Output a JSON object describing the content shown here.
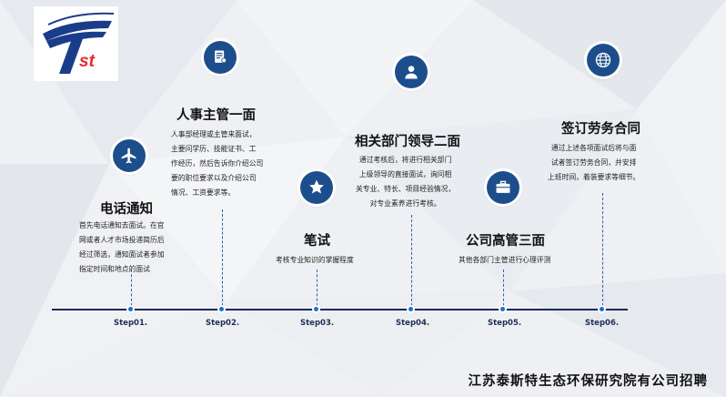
{
  "logo": {
    "text": "st"
  },
  "steps": [
    {
      "label": "Step01.",
      "title": "电话通知",
      "icon": "airplane-icon",
      "lines": [
        "首先电话通知去面试。在官",
        "网或者人才市场投递简历后",
        "经过筛选，通知面试者参加",
        "指定时间和地点的面试"
      ]
    },
    {
      "label": "Step02.",
      "title": "人事主管一面",
      "icon": "certificate-icon",
      "lines": [
        "人事部经理或主管来面试，",
        "主要问学历、技能证书、工",
        "作经历，然后告诉你介绍公司",
        "要的职位要求以及介绍公司",
        "情况、工资要求等。"
      ]
    },
    {
      "label": "Step03.",
      "title": "笔试",
      "icon": "star-icon",
      "lines": [
        "考核专业知识的掌握程度"
      ]
    },
    {
      "label": "Step04.",
      "title": "相关部门领导二面",
      "icon": "manager-icon",
      "lines": [
        "通过考核后，将进行相关部门",
        "上级领导的直接面试，询问相",
        "关专业、特长、项目经验情况，",
        "对专业素养进行考核。"
      ]
    },
    {
      "label": "Step05.",
      "title": "公司高管三面",
      "icon": "briefcase-icon",
      "lines": [
        "其他各部门主管进行心理评测"
      ]
    },
    {
      "label": "Step06.",
      "title": "签订劳务合同",
      "icon": "globe-icon",
      "lines": [
        "通过上述各项面试后将与面",
        "试者签订劳务合同，并安排",
        "上班时间，着装要求等细节。"
      ]
    }
  ],
  "footer": {
    "company": "江苏泰斯特生态环保研究院有公司招聘"
  },
  "colors": {
    "accent": "#1d4e8c",
    "timeline": "#152a56",
    "dot": "#1d6fd0"
  }
}
